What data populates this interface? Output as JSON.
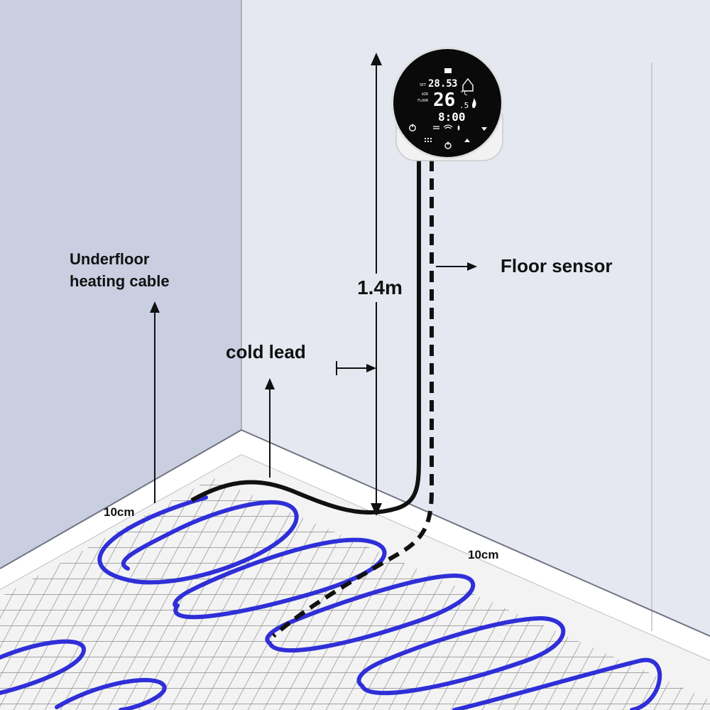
{
  "labels": {
    "underfloor_line1": "Underfloor",
    "underfloor_line2": "heating cable",
    "cold_lead": "cold lead",
    "height": "1.4m",
    "floor_sensor": "Floor sensor",
    "spacing_left": "10cm",
    "spacing_right": "10cm"
  },
  "thermostat": {
    "set_label": "SET",
    "set_temp": "28.5",
    "day": "3",
    "current_temp": "26",
    "current_decimal": ".5",
    "unit": "°C",
    "air_label": "AIR",
    "floor_label": "FLOOR",
    "time": "8:00"
  },
  "colors": {
    "wall_left": "#c9cfe0",
    "wall_back": "#e6e8f1",
    "floor": "#f3f3f3",
    "heating_cable": "#2f2fd8",
    "cold_lead": "#111111",
    "thermostat_face": "#0a0a0a",
    "thermostat_body": "#f2f2f2"
  },
  "icons": [
    "power-icon",
    "wifi-icon",
    "flame-icon",
    "up-arrow-icon",
    "down-arrow-icon",
    "menu-icon",
    "home-icon",
    "clock-icon"
  ]
}
